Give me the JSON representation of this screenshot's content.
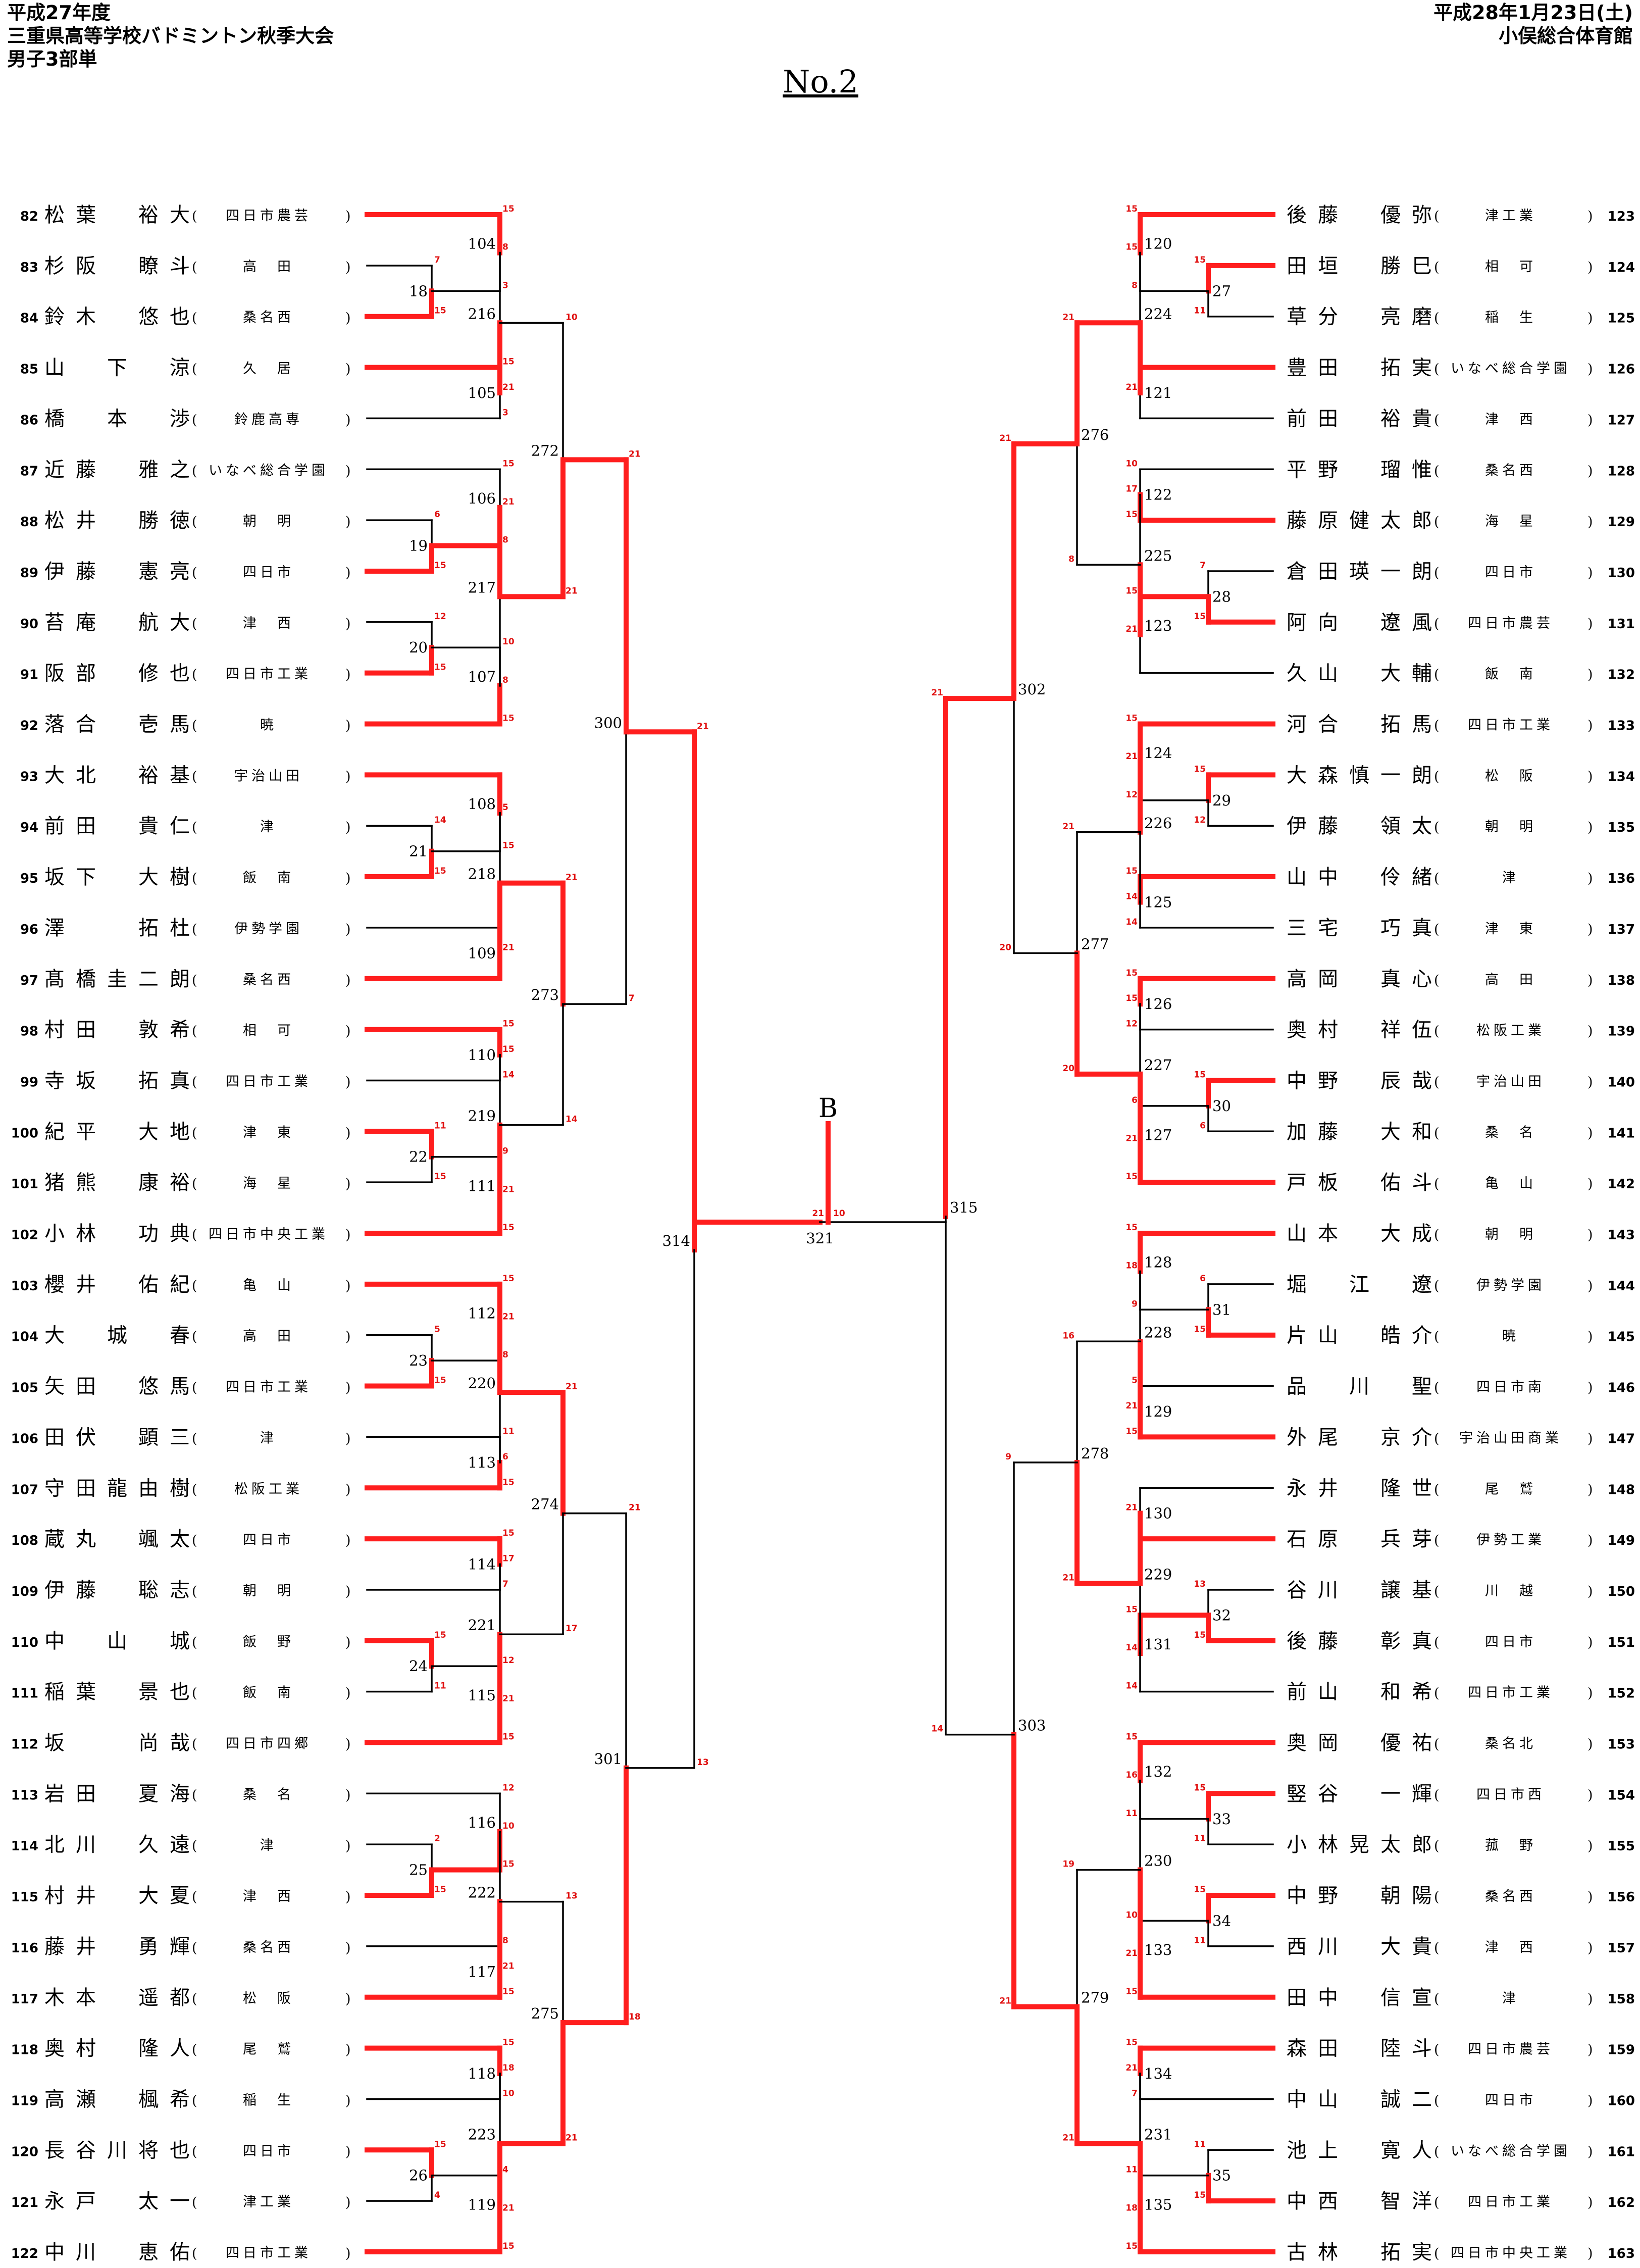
{
  "header": {
    "left": [
      "平成27年度",
      "三重県高等学校バドミントン秋季大会",
      "男子3部単"
    ],
    "right": [
      "平成28年1月23日(土)",
      "小俣総合体育館"
    ]
  },
  "page_no": "No.2",
  "b_label": "B",
  "colors": {
    "win": "#ff1e1e",
    "line": "#000000",
    "score": "#e01010"
  },
  "left_players": [
    {
      "no": "82",
      "name": "松葉　裕大",
      "school": "四日市農芸"
    },
    {
      "no": "83",
      "name": "杉阪　瞭斗",
      "school": "高　田"
    },
    {
      "no": "84",
      "name": "鈴木　悠也",
      "school": "桑名西"
    },
    {
      "no": "85",
      "name": "山　下　涼",
      "school": "久　居"
    },
    {
      "no": "86",
      "name": "橋　本　渉",
      "school": "鈴鹿高専"
    },
    {
      "no": "87",
      "name": "近藤　雅之",
      "school": "いなべ総合学園"
    },
    {
      "no": "88",
      "name": "松井　勝徳",
      "school": "朝　明"
    },
    {
      "no": "89",
      "name": "伊藤　憲亮",
      "school": "四日市"
    },
    {
      "no": "90",
      "name": "苔庵　航大",
      "school": "津　西"
    },
    {
      "no": "91",
      "name": "阪部　修也",
      "school": "四日市工業"
    },
    {
      "no": "92",
      "name": "落合　壱馬",
      "school": "暁"
    },
    {
      "no": "93",
      "name": "大北　裕基",
      "school": "宇治山田"
    },
    {
      "no": "94",
      "name": "前田　貴仁",
      "school": "津"
    },
    {
      "no": "95",
      "name": "坂下　大樹",
      "school": "飯　南"
    },
    {
      "no": "96",
      "name": "澤　　拓杜",
      "school": "伊勢学園"
    },
    {
      "no": "97",
      "name": "髙橋圭二朗",
      "school": "桑名西"
    },
    {
      "no": "98",
      "name": "村田　敦希",
      "school": "相　可"
    },
    {
      "no": "99",
      "name": "寺坂　拓真",
      "school": "四日市工業"
    },
    {
      "no": "100",
      "name": "紀平　大地",
      "school": "津　東"
    },
    {
      "no": "101",
      "name": "猪熊　康裕",
      "school": "海　星"
    },
    {
      "no": "102",
      "name": "小林　功典",
      "school": "四日市中央工業"
    },
    {
      "no": "103",
      "name": "櫻井　佑紀",
      "school": "亀　山"
    },
    {
      "no": "104",
      "name": "大　城　春",
      "school": "高　田"
    },
    {
      "no": "105",
      "name": "矢田　悠馬",
      "school": "四日市工業"
    },
    {
      "no": "106",
      "name": "田伏　顕三",
      "school": "津"
    },
    {
      "no": "107",
      "name": "守田龍由樹",
      "school": "松阪工業"
    },
    {
      "no": "108",
      "name": "蔵丸　颯太",
      "school": "四日市"
    },
    {
      "no": "109",
      "name": "伊藤　聡志",
      "school": "朝　明"
    },
    {
      "no": "110",
      "name": "中　山　城",
      "school": "飯　野"
    },
    {
      "no": "111",
      "name": "稲葉　景也",
      "school": "飯　南"
    },
    {
      "no": "112",
      "name": "坂　　尚哉",
      "school": "四日市四郷"
    },
    {
      "no": "113",
      "name": "岩田　夏海",
      "school": "桑　名"
    },
    {
      "no": "114",
      "name": "北川　久遠",
      "school": "津"
    },
    {
      "no": "115",
      "name": "村井　大夏",
      "school": "津　西"
    },
    {
      "no": "116",
      "name": "藤井　勇輝",
      "school": "桑名西"
    },
    {
      "no": "117",
      "name": "木本　遥都",
      "school": "松　阪"
    },
    {
      "no": "118",
      "name": "奥村　隆人",
      "school": "尾　鷲"
    },
    {
      "no": "119",
      "name": "高瀬　楓希",
      "school": "稲　生"
    },
    {
      "no": "120",
      "name": "長谷川将也",
      "school": "四日市"
    },
    {
      "no": "121",
      "name": "永戸　太一",
      "school": "津工業"
    },
    {
      "no": "122",
      "name": "中川　恵佑",
      "school": "四日市工業"
    }
  ],
  "right_players": [
    {
      "no": "123",
      "name": "後藤　優弥",
      "school": "津工業"
    },
    {
      "no": "124",
      "name": "田垣　勝巳",
      "school": "相　可"
    },
    {
      "no": "125",
      "name": "草分　亮磨",
      "school": "稲　生"
    },
    {
      "no": "126",
      "name": "豊田　拓実",
      "school": "いなべ総合学園"
    },
    {
      "no": "127",
      "name": "前田　裕貴",
      "school": "津　西"
    },
    {
      "no": "128",
      "name": "平野　瑠惟",
      "school": "桑名西"
    },
    {
      "no": "129",
      "name": "藤原健太郎",
      "school": "海　星"
    },
    {
      "no": "130",
      "name": "倉田瑛一朗",
      "school": "四日市"
    },
    {
      "no": "131",
      "name": "阿向　遼風",
      "school": "四日市農芸"
    },
    {
      "no": "132",
      "name": "久山　大輔",
      "school": "飯　南"
    },
    {
      "no": "133",
      "name": "河合　拓馬",
      "school": "四日市工業"
    },
    {
      "no": "134",
      "name": "大森慎一朗",
      "school": "松　阪"
    },
    {
      "no": "135",
      "name": "伊藤　領太",
      "school": "朝　明"
    },
    {
      "no": "136",
      "name": "山中　伶緒",
      "school": "津"
    },
    {
      "no": "137",
      "name": "三宅　巧真",
      "school": "津　東"
    },
    {
      "no": "138",
      "name": "高岡　真心",
      "school": "高　田"
    },
    {
      "no": "139",
      "name": "奥村　祥伍",
      "school": "松阪工業"
    },
    {
      "no": "140",
      "name": "中野　辰哉",
      "school": "宇治山田"
    },
    {
      "no": "141",
      "name": "加藤　大和",
      "school": "桑　名"
    },
    {
      "no": "142",
      "name": "戸板　佑斗",
      "school": "亀　山"
    },
    {
      "no": "143",
      "name": "山本　大成",
      "school": "朝　明"
    },
    {
      "no": "144",
      "name": "堀　江　遼",
      "school": "伊勢学園"
    },
    {
      "no": "145",
      "name": "片山　皓介",
      "school": "暁"
    },
    {
      "no": "146",
      "name": "品　川　聖",
      "school": "四日市南"
    },
    {
      "no": "147",
      "name": "外尾　京介",
      "school": "宇治山田商業"
    },
    {
      "no": "148",
      "name": "永井　隆世",
      "school": "尾　鷲"
    },
    {
      "no": "149",
      "name": "石原　兵芽",
      "school": "伊勢工業"
    },
    {
      "no": "150",
      "name": "谷川　譲基",
      "school": "川　越"
    },
    {
      "no": "151",
      "name": "後藤　彰真",
      "school": "四日市"
    },
    {
      "no": "152",
      "name": "前山　和希",
      "school": "四日市工業"
    },
    {
      "no": "153",
      "name": "奥岡　優祐",
      "school": "桑名北"
    },
    {
      "no": "154",
      "name": "竪谷　一輝",
      "school": "四日市西"
    },
    {
      "no": "155",
      "name": "小林晃太郎",
      "school": "菰　野"
    },
    {
      "no": "156",
      "name": "中野　朝陽",
      "school": "桑名西"
    },
    {
      "no": "157",
      "name": "西川　大貴",
      "school": "津　西"
    },
    {
      "no": "158",
      "name": "田中　信宣",
      "school": "津"
    },
    {
      "no": "159",
      "name": "森田　陸斗",
      "school": "四日市農芸"
    },
    {
      "no": "160",
      "name": "中山　誠二",
      "school": "四日市"
    },
    {
      "no": "161",
      "name": "池上　寛人",
      "school": "いなべ総合学園"
    },
    {
      "no": "162",
      "name": "中西　智洋",
      "school": "四日市工業"
    },
    {
      "no": "163",
      "name": "古林　拓実",
      "school": "四日市中央工業"
    }
  ],
  "left_structure": [
    [
      0,
      [
        [
          1,
          2,
          18
        ]
      ],
      104
    ],
    [
      [
        3,
        4,
        105
      ]
    ],
    [
      5,
      [
        [
          6,
          7,
          19
        ]
      ],
      106
    ],
    [
      [
        [
          8,
          9,
          20
        ]
      ],
      10,
      107
    ],
    [
      [
        11,
        [
          [
            12,
            13,
            21
          ]
        ],
        108
      ]
    ],
    [
      [
        14,
        15,
        109
      ]
    ],
    [
      [
        16,
        17,
        110
      ]
    ],
    [
      [
        [
          18,
          19,
          22
        ]
      ],
      20,
      111
    ],
    [
      [
        21,
        [
          [
            22,
            23,
            23
          ]
        ],
        112
      ]
    ],
    [
      [
        24,
        25,
        113
      ]
    ],
    [
      [
        26,
        27,
        114
      ]
    ],
    [
      [
        [
          28,
          29,
          24
        ]
      ],
      30,
      115
    ],
    [
      [
        31,
        [
          [
            32,
            33,
            25
          ]
        ],
        116
      ]
    ],
    [
      [
        34,
        35,
        117
      ]
    ],
    [
      [
        36,
        37,
        118
      ]
    ],
    [
      [
        [
          38,
          39,
          26
        ]
      ],
      40,
      119
    ]
  ],
  "left_tree": {
    "m": 314,
    "l": {
      "m": 300,
      "l": {
        "m": 272,
        "l": {
          "m": 216,
          "l": "104",
          "r": "105"
        },
        "r": {
          "m": 217,
          "l": "106",
          "r": "107"
        }
      },
      "r": {
        "m": 273,
        "l": {
          "m": 218,
          "l": "108",
          "r": "109"
        },
        "r": {
          "m": 219,
          "l": "110",
          "r": "111"
        }
      }
    },
    "r": {
      "m": 301,
      "l": {
        "m": 274,
        "l": {
          "m": 220,
          "l": "112",
          "r": "113"
        },
        "r": {
          "m": 221,
          "l": "114",
          "r": "115"
        }
      },
      "r": {
        "m": 275,
        "l": {
          "m": 222,
          "l": "116",
          "r": "117"
        },
        "r": {
          "m": 223,
          "l": "118",
          "r": "119"
        }
      }
    }
  },
  "right_structure": [
    [
      0,
      [
        [
          1,
          2,
          27
        ]
      ],
      120
    ],
    [
      [
        3,
        4,
        121
      ]
    ],
    [
      [
        5,
        6,
        122
      ]
    ],
    [
      [
        [
          7,
          8,
          28
        ]
      ],
      9,
      123
    ],
    [
      [
        10,
        [
          [
            11,
            12,
            29
          ]
        ],
        124
      ]
    ],
    [
      [
        13,
        14,
        125
      ]
    ],
    [
      [
        15,
        16,
        126
      ]
    ],
    [
      [
        [
          17,
          18,
          30
        ]
      ],
      19,
      127
    ],
    [
      [
        20,
        [
          [
            21,
            22,
            31
          ]
        ],
        128
      ]
    ],
    [
      [
        23,
        24,
        129
      ]
    ],
    [
      [
        25,
        26,
        130
      ]
    ],
    [
      [
        [
          27,
          28,
          32
        ]
      ],
      29,
      131
    ],
    [
      [
        30,
        [
          [
            31,
            32,
            33
          ]
        ],
        132
      ]
    ],
    [
      [
        [
          33,
          34,
          34
        ]
      ],
      35,
      133
    ],
    [
      [
        36,
        37,
        134
      ]
    ],
    [
      [
        [
          38,
          39,
          35
        ]
      ],
      40,
      135
    ]
  ],
  "right_tree": {
    "m": 315,
    "l": {
      "m": 302,
      "l": {
        "m": 276,
        "l": {
          "m": 224,
          "l": "120",
          "r": "121"
        },
        "r": {
          "m": 225,
          "l": "122",
          "r": "123"
        }
      },
      "r": {
        "m": 277,
        "l": {
          "m": 226,
          "l": "124",
          "r": "125"
        },
        "r": {
          "m": 227,
          "l": "126",
          "r": "127"
        }
      }
    },
    "r": {
      "m": 303,
      "l": {
        "m": 278,
        "l": {
          "m": 228,
          "l": "128",
          "r": "129"
        },
        "r": {
          "m": 229,
          "l": "130",
          "r": "131"
        }
      },
      "r": {
        "m": 279,
        "l": {
          "m": 230,
          "l": "132",
          "r": "133"
        },
        "r": {
          "m": 231,
          "l": "134",
          "r": "135"
        }
      }
    }
  },
  "matches": {
    "18": {
      "w": "b",
      "s": [
        "7",
        "15"
      ]
    },
    "19": {
      "w": "b",
      "s": [
        "6",
        "15"
      ]
    },
    "20": {
      "w": "b",
      "s": [
        "12",
        "15"
      ]
    },
    "21": {
      "w": "b",
      "s": [
        "14",
        "15"
      ]
    },
    "22": {
      "w": "a",
      "s": [
        "11",
        "15"
      ]
    },
    "23": {
      "w": "b",
      "s": [
        "5",
        "15"
      ]
    },
    "24": {
      "w": "a",
      "s": [
        "15",
        "11"
      ]
    },
    "25": {
      "w": "b",
      "s": [
        "2",
        "15"
      ]
    },
    "26": {
      "w": "a",
      "s": [
        "15",
        "4"
      ]
    },
    "27": {
      "w": "a",
      "s": [
        "15",
        "11"
      ]
    },
    "28": {
      "w": "b",
      "s": [
        "7",
        "15"
      ]
    },
    "29": {
      "w": "a",
      "s": [
        "15",
        "12"
      ]
    },
    "30": {
      "w": "a",
      "s": [
        "15",
        "6"
      ]
    },
    "31": {
      "w": "b",
      "s": [
        "6",
        "15"
      ]
    },
    "32": {
      "w": "b",
      "s": [
        "13",
        "15"
      ]
    },
    "33": {
      "w": "a",
      "s": [
        "15",
        "11"
      ]
    },
    "34": {
      "w": "a",
      "s": [
        "15",
        "11"
      ]
    },
    "35": {
      "w": "b",
      "s": [
        "11",
        "15"
      ]
    },
    "104": {
      "w": "a",
      "s": [
        "15",
        "3"
      ]
    },
    "105": {
      "w": "a",
      "s": [
        "15",
        "3"
      ]
    },
    "106": {
      "w": "b",
      "s": [
        "15",
        "8"
      ]
    },
    "107": {
      "w": "b",
      "s": [
        "10",
        "15"
      ]
    },
    "108": {
      "w": "a",
      "s": [
        "",
        "15"
      ]
    },
    "109": {
      "w": "b",
      "s": [
        "",
        ""
      ]
    },
    "110": {
      "w": "a",
      "s": [
        "15",
        "14"
      ]
    },
    "111": {
      "w": "b",
      "s": [
        "9",
        "15"
      ]
    },
    "112": {
      "w": "a",
      "s": [
        "15",
        "8"
      ]
    },
    "113": {
      "w": "b",
      "s": [
        "11",
        "15"
      ]
    },
    "114": {
      "w": "a",
      "s": [
        "15",
        "7"
      ]
    },
    "115": {
      "w": "b",
      "s": [
        "12",
        "15"
      ]
    },
    "116": {
      "w": "b",
      "s": [
        "12",
        "15"
      ]
    },
    "117": {
      "w": "b",
      "s": [
        "8",
        "15"
      ]
    },
    "118": {
      "w": "a",
      "s": [
        "15",
        "10"
      ]
    },
    "119": {
      "w": "b",
      "s": [
        "4",
        "15"
      ]
    },
    "120": {
      "w": "a",
      "s": [
        "15",
        "8"
      ]
    },
    "121": {
      "w": "a",
      "s": [
        "",
        ""
      ]
    },
    "122": {
      "w": "b",
      "s": [
        "10",
        "15"
      ]
    },
    "123": {
      "w": "a",
      "s": [
        "15",
        ""
      ]
    },
    "124": {
      "w": "a",
      "s": [
        "15",
        "12"
      ]
    },
    "125": {
      "w": "a",
      "s": [
        "15",
        "14"
      ]
    },
    "126": {
      "w": "a",
      "s": [
        "15",
        "12"
      ]
    },
    "127": {
      "w": "b",
      "s": [
        "6",
        "15"
      ]
    },
    "128": {
      "w": "a",
      "s": [
        "15",
        "9"
      ]
    },
    "129": {
      "w": "b",
      "s": [
        "5",
        "15"
      ]
    },
    "130": {
      "w": "b",
      "s": [
        "",
        ""
      ]
    },
    "131": {
      "w": "a",
      "s": [
        "15",
        "14"
      ]
    },
    "132": {
      "w": "a",
      "s": [
        "15",
        "11"
      ]
    },
    "133": {
      "w": "b",
      "s": [
        "10",
        "15"
      ]
    },
    "134": {
      "w": "a",
      "s": [
        "15",
        "7"
      ]
    },
    "135": {
      "w": "b",
      "s": [
        "11",
        "15"
      ]
    },
    "216": {
      "w": "b",
      "s": [
        "8",
        "21"
      ]
    },
    "217": {
      "w": "a",
      "s": [
        "21",
        "8"
      ]
    },
    "218": {
      "w": "b",
      "s": [
        "5",
        "21"
      ]
    },
    "219": {
      "w": "b",
      "s": [
        "15",
        "21"
      ]
    },
    "220": {
      "w": "a",
      "s": [
        "21",
        "6"
      ]
    },
    "221": {
      "w": "b",
      "s": [
        "17",
        "21"
      ]
    },
    "222": {
      "w": "b",
      "s": [
        "10",
        "21"
      ]
    },
    "223": {
      "w": "b",
      "s": [
        "18",
        "21"
      ]
    },
    "224": {
      "w": "b",
      "s": [
        "15",
        "21"
      ]
    },
    "225": {
      "w": "b",
      "s": [
        "17",
        "21"
      ]
    },
    "226": {
      "w": "a",
      "s": [
        "21",
        "14"
      ]
    },
    "227": {
      "w": "b",
      "s": [
        "15",
        "21"
      ]
    },
    "228": {
      "w": "b",
      "s": [
        "18",
        "21"
      ]
    },
    "229": {
      "w": "a",
      "s": [
        "21",
        "14"
      ]
    },
    "230": {
      "w": "b",
      "s": [
        "16",
        "21"
      ]
    },
    "231": {
      "w": "b",
      "s": [
        "21",
        "18"
      ]
    },
    "272": {
      "w": "b",
      "s": [
        "10",
        "21"
      ]
    },
    "273": {
      "w": "a",
      "s": [
        "21",
        "14"
      ]
    },
    "274": {
      "w": "a",
      "s": [
        "21",
        "17"
      ]
    },
    "275": {
      "w": "b",
      "s": [
        "13",
        "21"
      ]
    },
    "276": {
      "w": "a",
      "s": [
        "21",
        "8"
      ]
    },
    "277": {
      "w": "b",
      "s": [
        "21",
        "20"
      ]
    },
    "278": {
      "w": "b",
      "s": [
        "16",
        "21"
      ]
    },
    "279": {
      "w": "b",
      "s": [
        "19",
        "21"
      ]
    },
    "300": {
      "w": "a",
      "s": [
        "21",
        "7"
      ]
    },
    "301": {
      "w": "b",
      "s": [
        "21",
        "18"
      ]
    },
    "302": {
      "w": "a",
      "s": [
        "21",
        "20"
      ]
    },
    "303": {
      "w": "b",
      "s": [
        "9",
        "21"
      ]
    },
    "314": {
      "w": "a",
      "s": [
        "21",
        "13"
      ]
    },
    "315": {
      "w": "a",
      "s": [
        "21",
        "14"
      ]
    },
    "321": {
      "w": "a",
      "s": [
        "21",
        "10"
      ]
    }
  }
}
